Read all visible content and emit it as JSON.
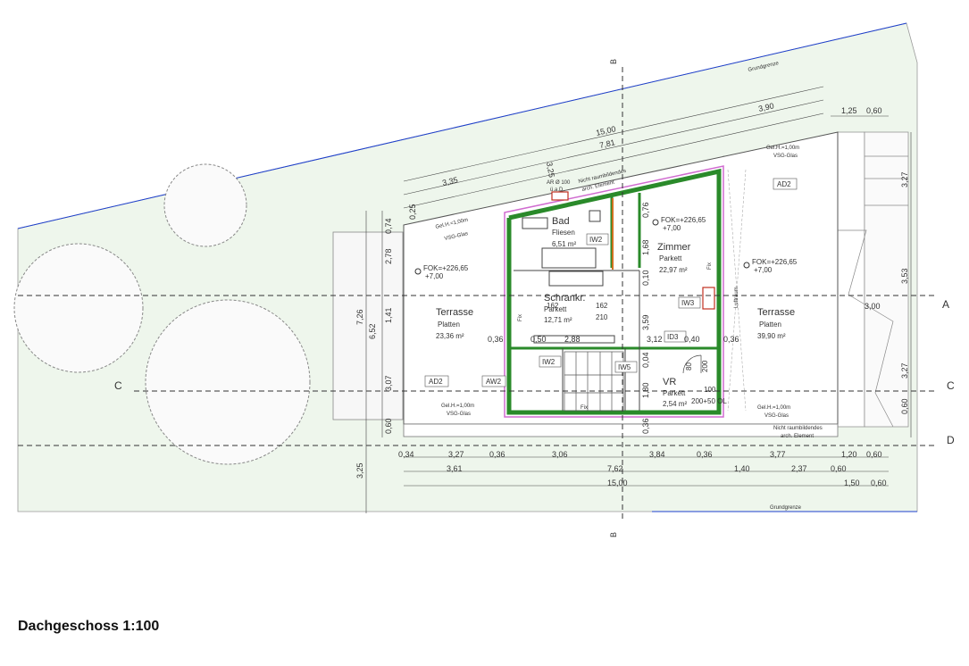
{
  "title": "Dachgeschoss 1:100",
  "boundary_label": "Grundgrenze",
  "section_labels": {
    "a": "A",
    "b": "B",
    "c": "C",
    "d": "D"
  },
  "rooms": {
    "bad": {
      "name": "Bad",
      "floor": "Fliesen",
      "area": "6,51 m²"
    },
    "zimmer": {
      "name": "Zimmer",
      "floor": "Parkett",
      "area": "22,97 m²"
    },
    "schrank": {
      "name": "Schrankr.",
      "floor": "Parkett",
      "area": "12,71 m²"
    },
    "vr": {
      "name": "VR",
      "floor": "Parkett",
      "area": "2,54 m²"
    },
    "terrasse_left": {
      "name": "Terrasse",
      "floor": "Platten",
      "area": "23,36 m²"
    },
    "terrasse_right": {
      "name": "Terrasse",
      "floor": "Platten",
      "area": "39,90 m²"
    }
  },
  "tags": {
    "ad2_top": "AD2",
    "ad2_left": "AD2",
    "aw2": "AW2",
    "iw2_bad": "IW2",
    "iw2_stair": "IW2",
    "iw3": "IW3",
    "iw5": "IW5",
    "id3": "ID3"
  },
  "levels": {
    "fok_left": "FOK=+226,65",
    "fok_left_sub": "+7,00",
    "fok_mid": "FOK=+226,65",
    "fok_mid_sub": "+7,00",
    "fok_right": "FOK=+226,65",
    "fok_right_sub": "+7,00"
  },
  "notes": {
    "gel_top1": "Gel.H.=1,00m",
    "gel_top2": "VSG-Glas",
    "gel_right1": "Gel.H.=1,00m",
    "gel_right2": "VSG-Glas",
    "gel_botl1": "Gel.H.=1,00m",
    "gel_botl2": "VSG-Glas",
    "gel_botr1": "Gel.H.=1,00m",
    "gel_botr2": "VSG-Glas",
    "nicht1": "Nicht raumbildendes",
    "nicht2": "arch. Element",
    "nicht3": "Nicht raumbildendes",
    "nicht4": "arch. Element",
    "ar1": "AR Ø 100",
    "ar2": "ü.a.D.",
    "fix1": "Fix",
    "fix2": "Fix",
    "fix3": "Fix",
    "luftraum": "Luftraum",
    "door80": "80",
    "door100": "100",
    "door200": "200+50 OL",
    "val162": "162",
    "val210": "210",
    "val200": "200"
  },
  "dims_top": {
    "d1500": "15,00",
    "d781": "7,81",
    "d390": "3,90",
    "d335": "3,35",
    "d125": "1,25",
    "d060": "0,60",
    "d025": "0,25",
    "d325a": "3,25"
  },
  "dims_bottom": {
    "r1": [
      "0,34",
      "3,27",
      "0,36",
      "3,06",
      "3,84",
      "0,36",
      "3,77",
      "1,20",
      "0,60"
    ],
    "r2": [
      "3,61",
      "7,62",
      "1,40",
      "2,37",
      "0,60"
    ],
    "r3": [
      "15,00",
      "1,50",
      "0,60"
    ]
  },
  "dims_left": {
    "d074": "0,74",
    "d278": "2,78",
    "d141": "1,41",
    "d307": "3,07",
    "d060": "0,60",
    "d726": "7,26",
    "d652": "6,52",
    "d325": "3,25"
  },
  "dims_right": {
    "d327": "3,27",
    "d353": "3,53",
    "d327b": "3,27",
    "d060": "0,60",
    "d300": "3,00"
  },
  "dims_inner": {
    "d036": "0,36",
    "d050": "0,50",
    "d288": "2,88",
    "d312": "3,12",
    "d040": "0,40",
    "d036b": "0,36",
    "d076": "0,76",
    "d168": "1,68",
    "d010": "0,10",
    "d359": "3,59",
    "d004": "0,04",
    "d180": "1,80",
    "d036c": "0,36"
  }
}
